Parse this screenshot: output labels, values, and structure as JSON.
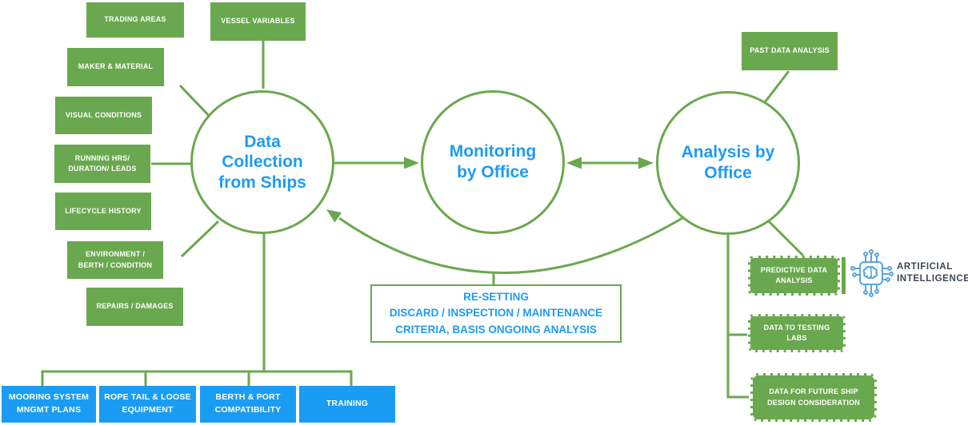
{
  "diagram": {
    "circles": {
      "data_collection": {
        "label": "Data Collection from Ships",
        "lines": [
          "Data",
          "Collection",
          "from Ships"
        ]
      },
      "monitoring": {
        "label": "Monitoring by Office",
        "lines": [
          "Monitoring",
          "by Office"
        ]
      },
      "analysis": {
        "label": "Analysis by Office",
        "lines": [
          "Analysis by",
          "Office"
        ]
      }
    },
    "ship_inputs": [
      "TRADING AREAS",
      "VESSEL VARIABLES",
      "MAKER & MATERIAL",
      "VISUAL CONDITIONS",
      "RUNNING HRS/ DURATION/ LEADS",
      "LIFECYCLE HISTORY",
      "ENVIRONMENT / BERTH / CONDITION",
      "REPAIRS / DAMAGES"
    ],
    "office_outputs": {
      "past_data_analysis": "PAST DATA ANALYSIS",
      "predictive_data_analysis": "PREDICTIVE DATA ANALYSIS",
      "data_to_testing_labs": "DATA TO TESTING LABS",
      "data_for_future_ship": "DATA FOR FUTURE SHIP DESIGN CONSIDERATION"
    },
    "ai_badge": {
      "lines": [
        "ARTIFICIAL",
        "INTELLIGENCE"
      ],
      "icon": "ai-brain-chip-icon"
    },
    "resetting_box": {
      "lines": [
        "RE-SETTING",
        "DISCARD / INSPECTION / MAINTENANCE",
        "CRITERIA, BASIS ONGOING ANALYSIS"
      ]
    },
    "mooring_actions": [
      "MOORING SYSTEM MNGMT PLANS",
      "ROPE TAIL & LOOSE EQUIPMENT",
      "BERTH & PORT COMPATIBILITY",
      "TRAINING"
    ],
    "colors": {
      "green": "#6AA84F",
      "blue_box": "#1A9CF2",
      "blue_text": "#1E9BF3",
      "ai_text": "#3D4852",
      "ai_icon_blue": "#58A6DC"
    }
  }
}
